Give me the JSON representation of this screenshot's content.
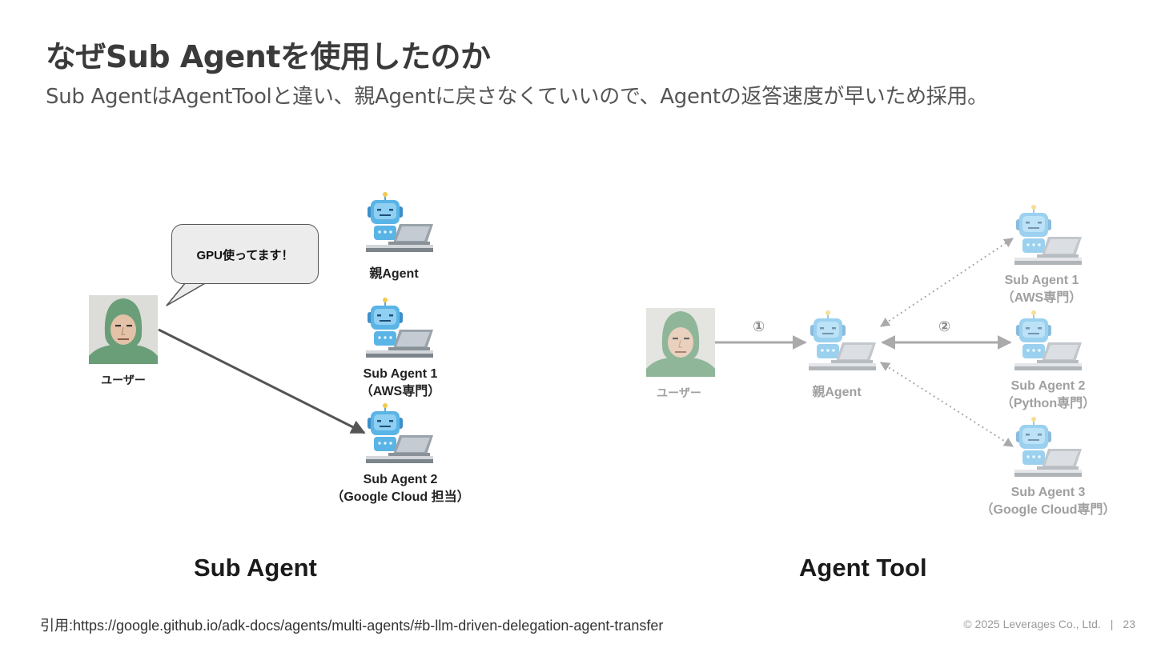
{
  "slide": {
    "title": "なぜSub Agentを使用したのか",
    "subtitle": "Sub AgentはAgentToolと違い、親Agentに戻さなくていいので、Agentの返答速度が早いため採用。"
  },
  "left": {
    "section_label": "Sub Agent",
    "user_label": "ユーザー",
    "speech_bubble": "GPU使ってます！",
    "parent": {
      "label": "親Agent"
    },
    "sub1": {
      "line1": "Sub Agent 1",
      "line2": "（AWS専門）"
    },
    "sub2": {
      "line1": "Sub Agent 2",
      "line2": "（Google Cloud 担当）"
    }
  },
  "right": {
    "section_label": "Agent Tool",
    "user_label": "ユーザー",
    "parent": {
      "label": "親Agent"
    },
    "step1": "①",
    "step2": "②",
    "sub1": {
      "line1": "Sub Agent 1",
      "line2": "（AWS専門）"
    },
    "sub2": {
      "line1": "Sub Agent 2",
      "line2": "（Python専門）"
    },
    "sub3": {
      "line1": "Sub Agent 3",
      "line2": "（Google Cloud専門）"
    }
  },
  "citation": "引用:https://google.github.io/adk-docs/agents/multi-agents/#b-llm-driven-delegation-agent-transfer",
  "footer": {
    "copyright": "© 2025 Leverages Co., Ltd.",
    "page": "23"
  },
  "colors": {
    "robot_blue": "#5ab4e6",
    "arrow_dark": "#555555",
    "arrow_gray": "#aaaaaa",
    "suit_green": "#6a9e78"
  }
}
